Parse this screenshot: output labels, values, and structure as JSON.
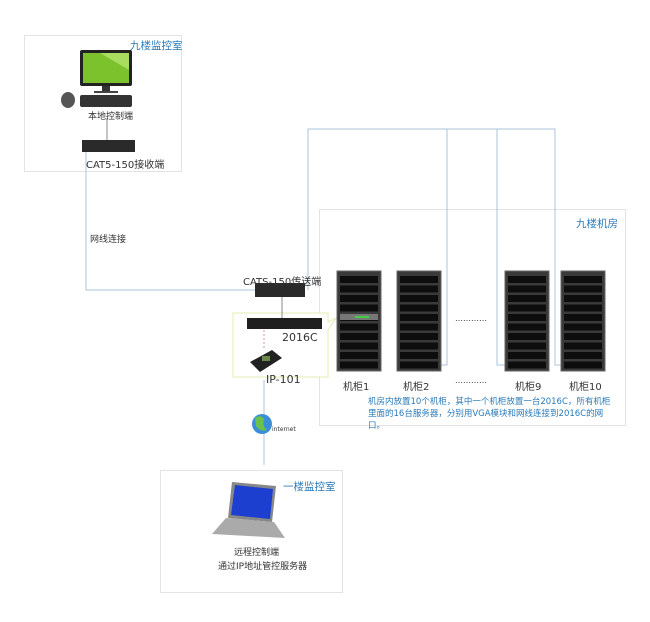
{
  "rooms": {
    "ninth_monitor": {
      "title": "九楼监控室",
      "local_label": "本地控制端",
      "receiver_label": "CAT5-150接收端"
    },
    "ninth_server": {
      "title": "九楼机房",
      "racks": [
        "机柜1",
        "机柜2",
        "机柜9",
        "机柜10"
      ],
      "ellipsis": "…………",
      "note": "机房内放置10个机柜，其中一个机柜放置一台2016C，所有机柜里面的16台服务器，分别用VGA模块和网线连接到2016C的网口。"
    },
    "first_monitor": {
      "title": "一楼监控室",
      "remote_label": "远程控制端",
      "remote_sub": "通过IP地址管控服务器"
    }
  },
  "cable_label": "网线连接",
  "transmitter_label": "CATS-150传送端",
  "switch_label": "2016C",
  "ip_label": "IP-101",
  "internet_label": "internet",
  "colors": {
    "line_blue": "#a9c4dc",
    "title_blue": "#2a7ab8",
    "highlight_green": "#e4f0b8"
  }
}
